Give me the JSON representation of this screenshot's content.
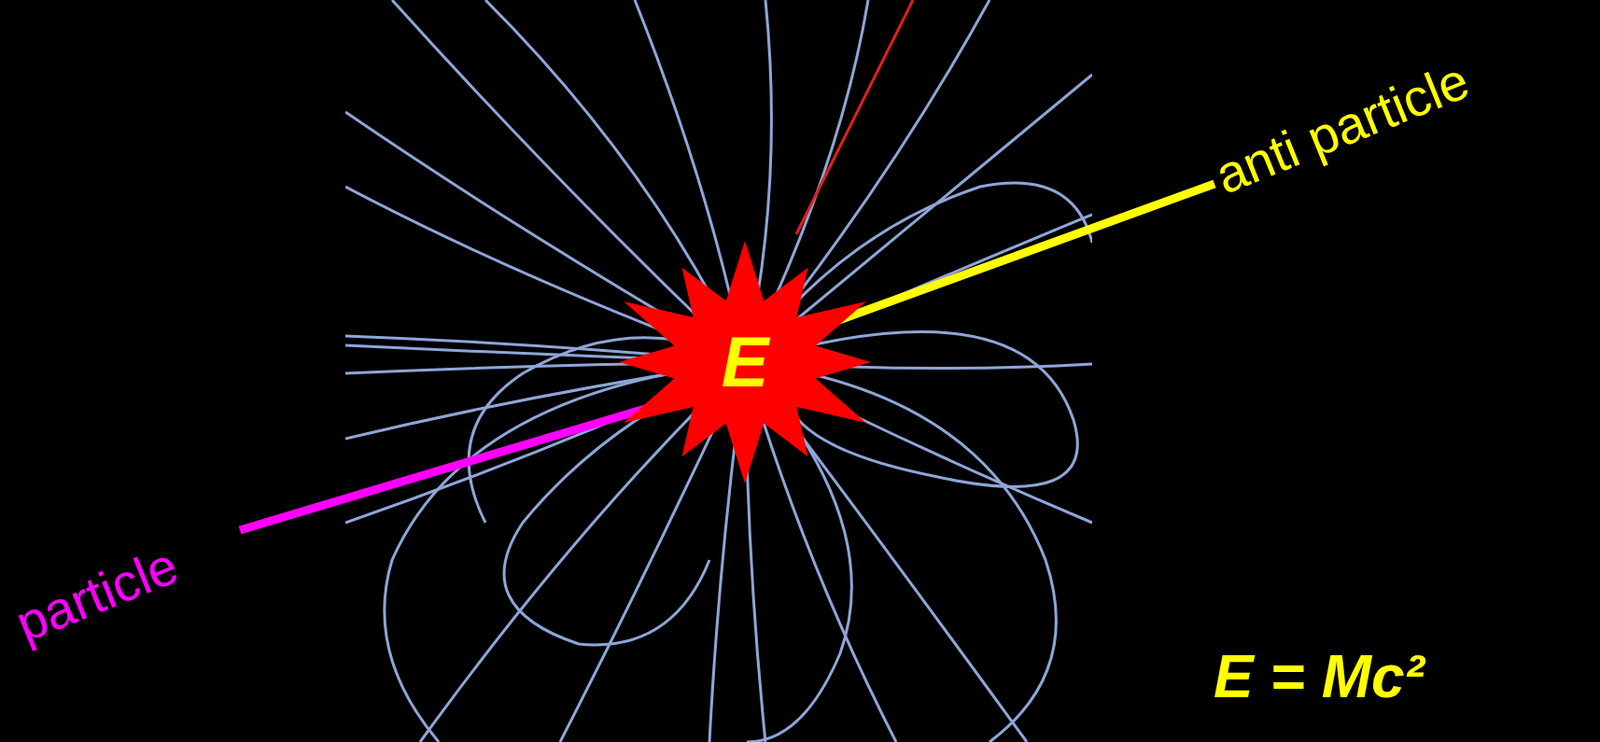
{
  "diagram": {
    "nodes": [
      {
        "text": [
          "E"
        ]
      }
    ],
    "edges": [],
    "labels": [
      "particle",
      "anti particle",
      "E = Mc²"
    ]
  }
}
